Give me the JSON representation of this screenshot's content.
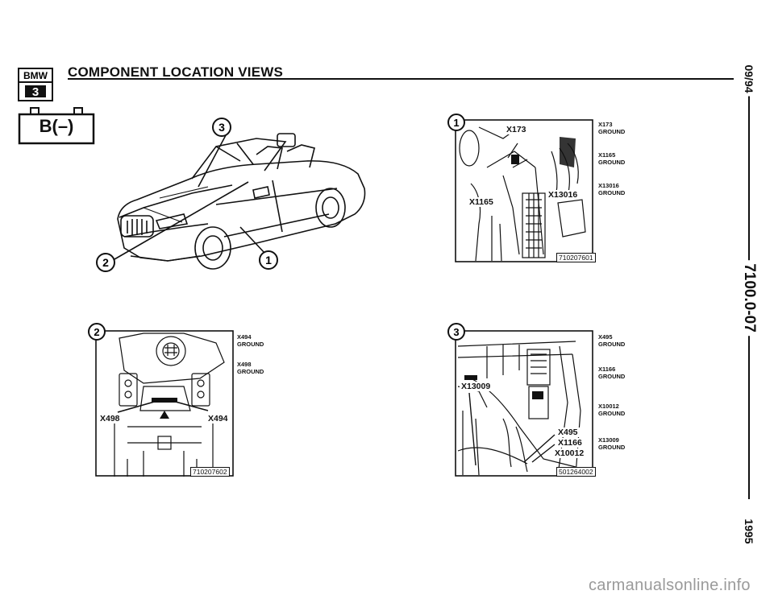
{
  "header": {
    "logo_top": "BMW",
    "logo_bottom": "3",
    "title": "COMPONENT LOCATION VIEWS"
  },
  "battery_label": "B(–)",
  "sidebar": {
    "date": "09/94",
    "doc_number": "7100.0-07",
    "year": "1995"
  },
  "overview": {
    "markers": [
      "3",
      "2",
      "1"
    ]
  },
  "panel1": {
    "number": "1",
    "image_labels": [
      "X173",
      "X1165",
      "X13016"
    ],
    "ref": "710207601",
    "callouts": [
      {
        "id": "X173",
        "desc": "GROUND"
      },
      {
        "id": "X1165",
        "desc": "GROUND"
      },
      {
        "id": "X13016",
        "desc": "GROUND"
      }
    ]
  },
  "panel2": {
    "number": "2",
    "image_labels": [
      "X498",
      "X494"
    ],
    "ref": "710207602",
    "callouts": [
      {
        "id": "X494",
        "desc": "GROUND"
      },
      {
        "id": "X498",
        "desc": "GROUND"
      }
    ]
  },
  "panel3": {
    "number": "3",
    "image_labels": [
      "X13009",
      "X495",
      "X1166",
      "X10012"
    ],
    "ref": "501264002",
    "callouts": [
      {
        "id": "X495",
        "desc": "GROUND"
      },
      {
        "id": "X1166",
        "desc": "GROUND"
      },
      {
        "id": "X10012",
        "desc": "GROUND"
      },
      {
        "id": "X13009",
        "desc": "GROUND"
      }
    ]
  },
  "footer": {
    "watermark": "carmanualsonline.info"
  }
}
